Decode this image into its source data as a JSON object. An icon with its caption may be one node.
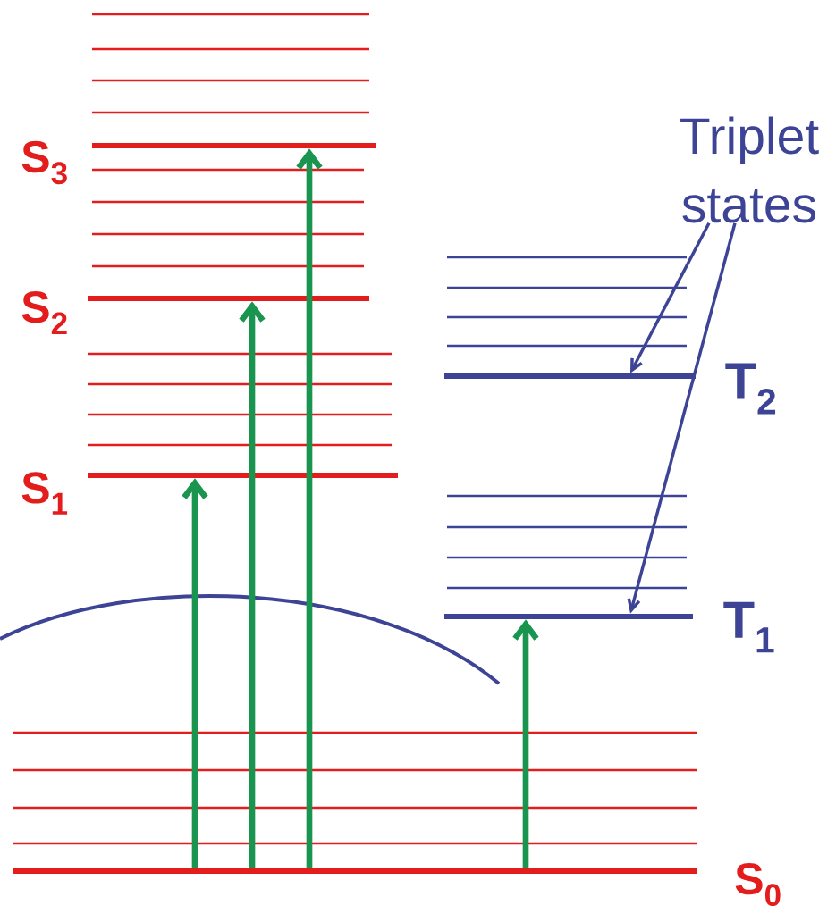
{
  "diagram": {
    "nodes": [
      {
        "text": [
          "S$_{3}$"
        ]
      },
      {
        "text": [
          "Triplet states"
        ]
      },
      {
        "text": [
          "S$_{2}$"
        ]
      },
      {
        "text": [
          "T$_{2}$"
        ]
      },
      {
        "text": [
          "S$_{1}$"
        ]
      },
      {
        "text": [
          "T$_{1}$"
        ]
      },
      {
        "text": [
          "S$_{0}$"
        ]
      }
    ],
    "edges": [
      {
        "from": 6,
        "to": 4,
        "arrow": "to"
      },
      {
        "from": 6,
        "to": 2,
        "arrow": "to"
      },
      {
        "from": 6,
        "to": 0,
        "arrow": "to"
      },
      {
        "from": 6,
        "to": 5,
        "arrow": "to"
      },
      {
        "from": 1,
        "to": 3,
        "arrow": "to",
        "color": "#3d4496"
      },
      {
        "from": 1,
        "to": 5,
        "arrow": "to",
        "color": "#3d4496"
      }
    ]
  }
}
